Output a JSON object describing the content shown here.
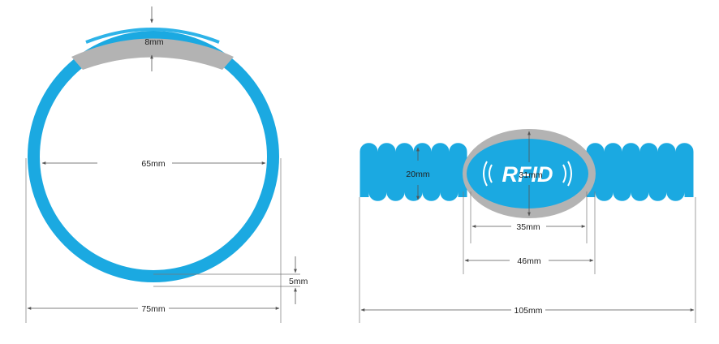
{
  "colors": {
    "band": "#1ba9e1",
    "band_light": "#2db3e8",
    "chip_housing": "#b3b3b3",
    "dimension_line": "#555555",
    "text": "#222222",
    "rfid_text": "#ffffff"
  },
  "round_wristband": {
    "top_thickness_label": "8mm",
    "inner_diameter_label": "65mm",
    "band_width_label": "5mm",
    "outer_diameter_label": "75mm"
  },
  "spiral_wristband": {
    "logo_text": "RFID",
    "logo_wave_icon": "rfid-wave-icon",
    "coil_height_label": "20mm",
    "chip_height_label": "31mm",
    "chip_inner_width_label": "35mm",
    "chip_outer_width_label": "46mm",
    "total_length_label": "105mm"
  }
}
